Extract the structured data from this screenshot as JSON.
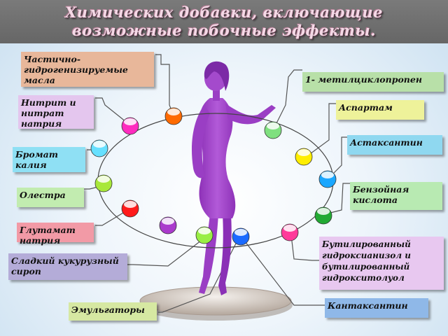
{
  "slide": {
    "title": "Химических добавки, включающие возможные побочные эффекты.",
    "labels": [
      {
        "id": "l1",
        "text": "Частично-гидрогенизируемые масла",
        "color": "#e8b79a"
      },
      {
        "id": "l2",
        "text": "1- метилциклопропен",
        "color": "#b8e0a8"
      },
      {
        "id": "l3",
        "text": "Нитрит и нитрат натрия",
        "color": "#e4c6ee"
      },
      {
        "id": "l4",
        "text": "Аспартам",
        "color": "#eef29a"
      },
      {
        "id": "l5",
        "text": "Астаксантин",
        "color": "#8fd8f0"
      },
      {
        "id": "l6",
        "text": "Бромат калия",
        "color": "#8fe0f4"
      },
      {
        "id": "l7",
        "text": "Бензойная кислота",
        "color": "#b8eab2"
      },
      {
        "id": "l8",
        "text": "Олестра",
        "color": "#c2ecb0"
      },
      {
        "id": "l9",
        "text": "Глутамат натрия",
        "color": "#f29aa6"
      },
      {
        "id": "l10",
        "text": "Бутилированный гидроксианизол и бутилированный гидрокситолуол",
        "color": "#e8c8f0"
      },
      {
        "id": "l11",
        "text": "Сладкий кукурузный сироп",
        "color": "#b4acd8"
      },
      {
        "id": "l12",
        "text": "Эмульгаторы",
        "color": "#d6e8a2"
      },
      {
        "id": "l13",
        "text": "Кантаксантин",
        "color": "#8fb8e8"
      }
    ],
    "colors": {
      "title_bar": "#7a7a7a",
      "figure": "#a94ad0",
      "ring_line": "#444444",
      "pedestal": "#d8d0c8"
    },
    "beads": [
      "#ff6a00",
      "#ff2bbf",
      "#7fe07f",
      "#ffee00",
      "#1aa7ff",
      "#66e0ff",
      "#a8e83a",
      "#ff1a1a",
      "#22aa33",
      "#aa3acc",
      "#99ee44",
      "#1a6aff",
      "#ff3a9a"
    ]
  }
}
